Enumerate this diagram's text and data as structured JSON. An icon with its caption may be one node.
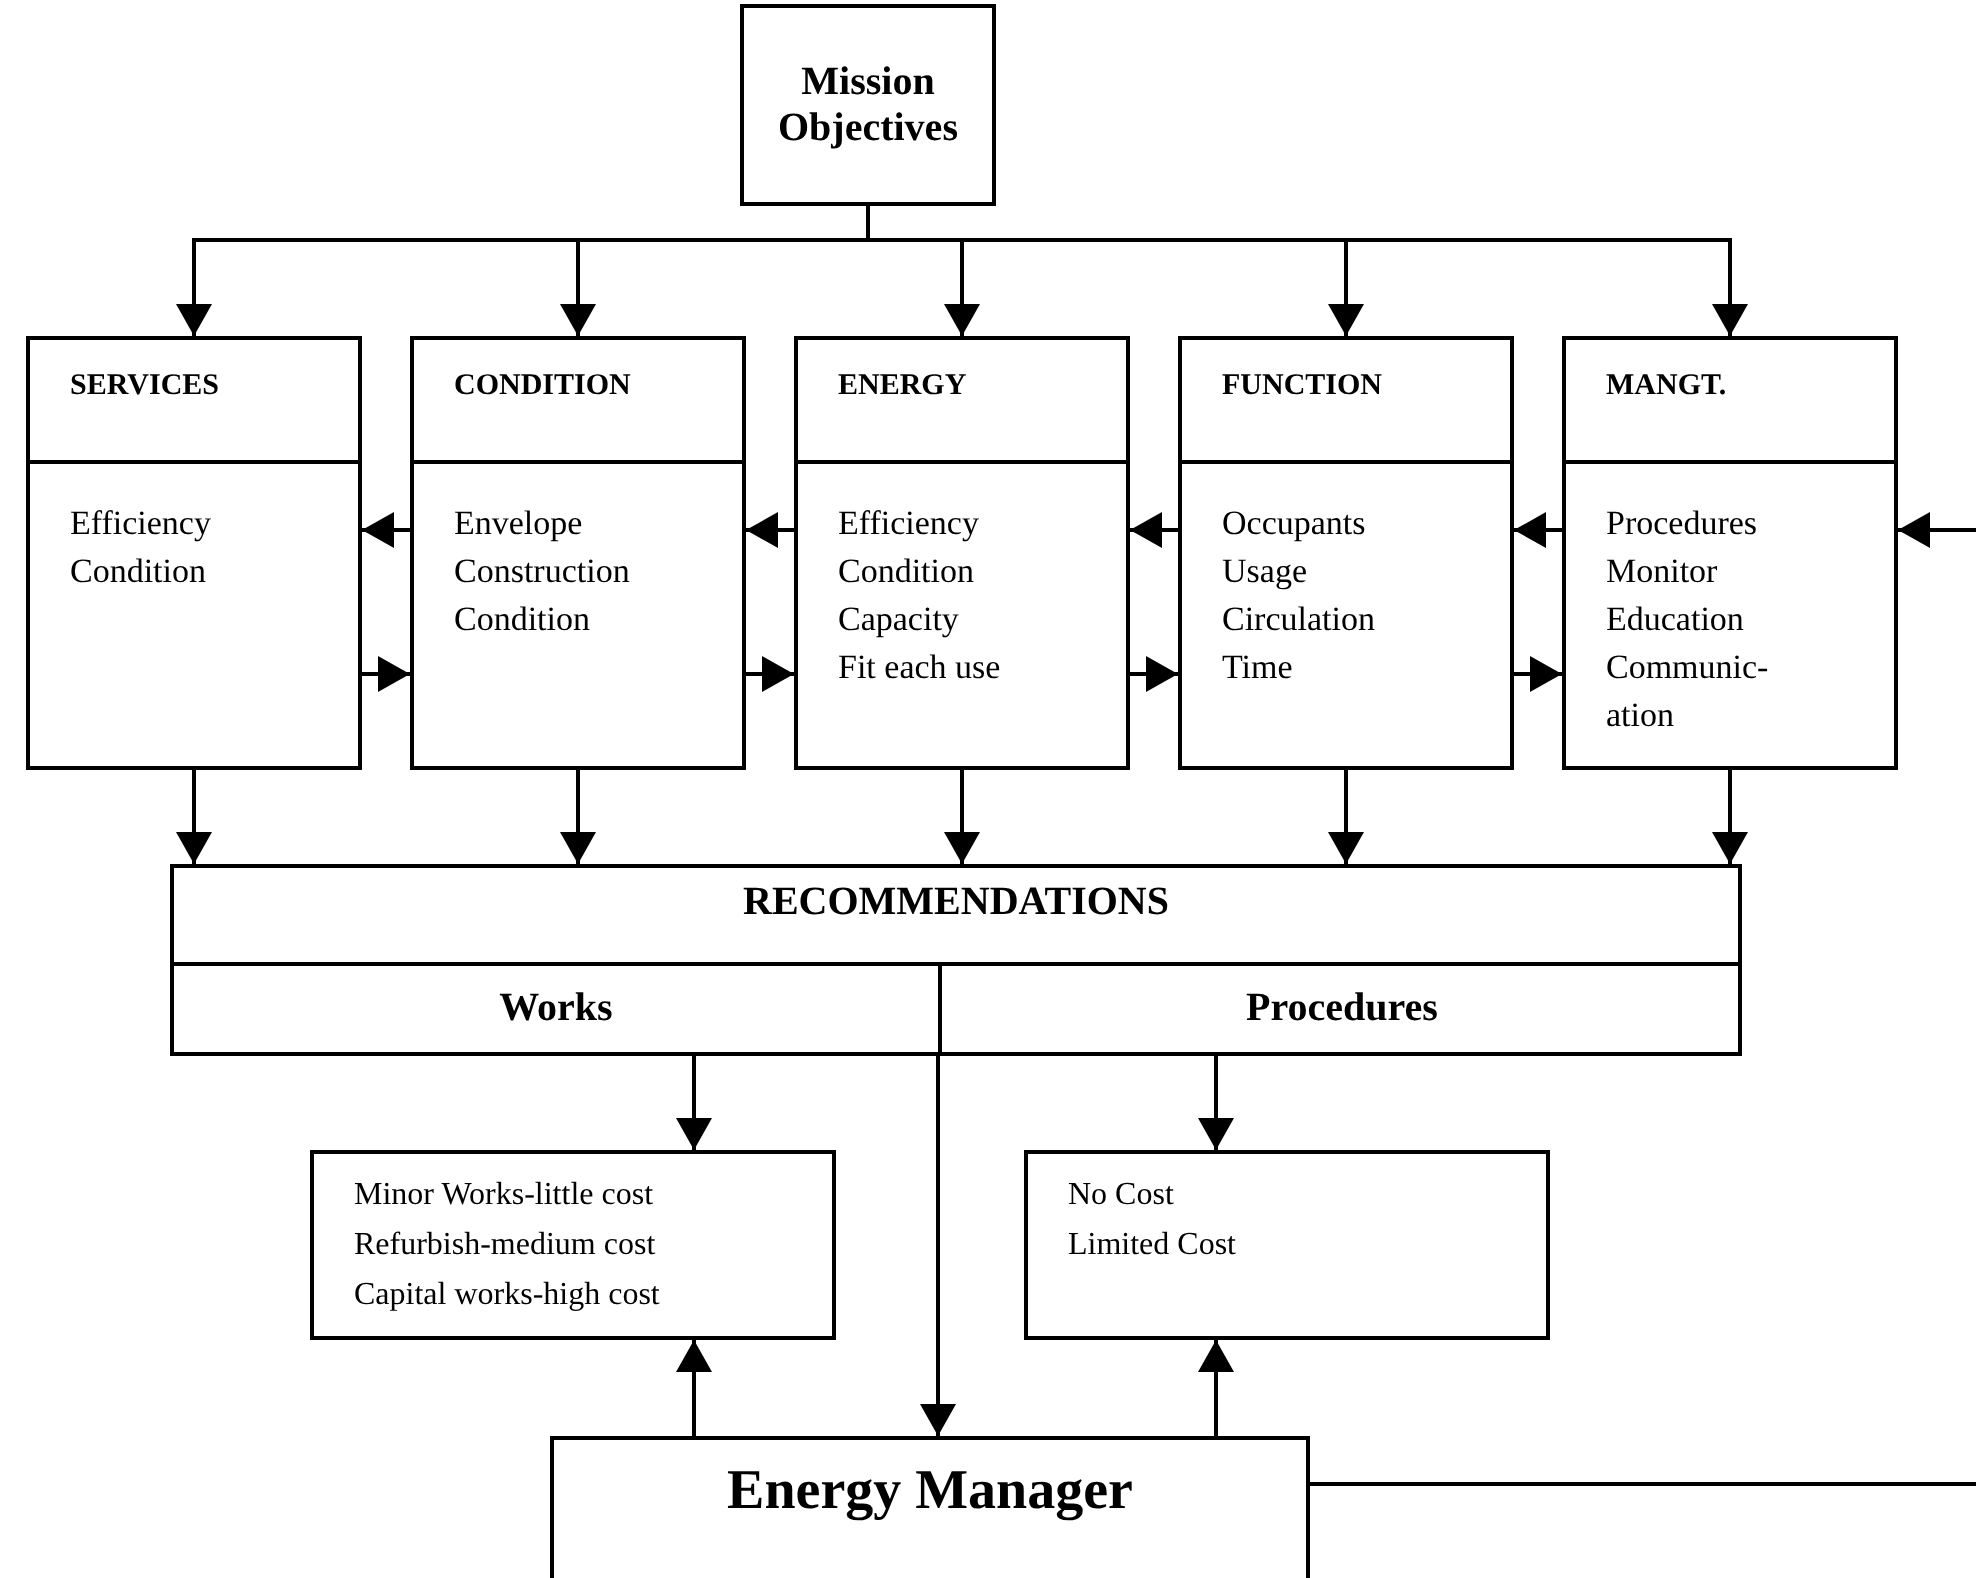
{
  "diagram": {
    "nodes": [
      {
        "text": [
          "Mission Objectives"
        ]
      },
      {
        "text": [
          "SERVICES",
          "Efficiency",
          "Condition"
        ]
      },
      {
        "text": [
          "CONDITION",
          "Envelope",
          "Construction",
          "Condition"
        ]
      },
      {
        "text": [
          "ENERGY",
          "Efficiency",
          "Condition",
          "Capacity",
          "Fit each use"
        ]
      },
      {
        "text": [
          "FUNCTION",
          "Occupants",
          "Usage",
          "Circulation",
          "Time"
        ]
      },
      {
        "text": [
          "MANGT.",
          "Procedures",
          "Monitor",
          "Education",
          "Communic- ation"
        ]
      },
      {
        "text": [
          "RECOMMENDATIONS"
        ]
      },
      {
        "text": [
          "Works"
        ],
        "in": 6
      },
      {
        "text": [
          "Procedures"
        ],
        "in": 6
      },
      {
        "text": [
          "Minor Works-little cost",
          "Refurbish-medium cost",
          "Capital works-high cost"
        ]
      },
      {
        "text": [
          "No Cost",
          "Limited Cost"
        ]
      },
      {
        "text": [
          "Energy Manager"
        ]
      }
    ],
    "edges": [
      {
        "from": 0,
        "to": 1,
        "arrow": "to"
      },
      {
        "from": 0,
        "to": 2,
        "arrow": "to"
      },
      {
        "from": 0,
        "to": 3,
        "arrow": "to"
      },
      {
        "from": 0,
        "to": 4,
        "arrow": "to"
      },
      {
        "from": 0,
        "to": 5,
        "arrow": "to"
      },
      {
        "from": 2,
        "to": 1,
        "arrow": "to"
      },
      {
        "from": 1,
        "to": 2,
        "arrow": "to"
      },
      {
        "from": 3,
        "to": 2,
        "arrow": "to"
      },
      {
        "from": 2,
        "to": 3,
        "arrow": "to"
      },
      {
        "from": 4,
        "to": 3,
        "arrow": "to"
      },
      {
        "from": 3,
        "to": 4,
        "arrow": "to"
      },
      {
        "from": 5,
        "to": 4,
        "arrow": "to"
      },
      {
        "from": 4,
        "to": 5,
        "arrow": "to"
      },
      {
        "from": 1,
        "to": 6,
        "arrow": "to"
      },
      {
        "from": 2,
        "to": 6,
        "arrow": "to"
      },
      {
        "from": 3,
        "to": 6,
        "arrow": "to"
      },
      {
        "from": 4,
        "to": 6,
        "arrow": "to"
      },
      {
        "from": 5,
        "to": 6,
        "arrow": "to"
      },
      {
        "from": 7,
        "to": 9,
        "arrow": "to"
      },
      {
        "from": 8,
        "to": 10,
        "arrow": "to"
      },
      {
        "from": 6,
        "to": 11,
        "arrow": "to"
      },
      {
        "from": 11,
        "to": 9,
        "arrow": "to"
      },
      {
        "from": 11,
        "to": 10,
        "arrow": "to"
      },
      {
        "from": 11,
        "to": null,
        "arrow": "none"
      },
      {
        "from": null,
        "to": 5,
        "arrow": "to"
      }
    ]
  }
}
